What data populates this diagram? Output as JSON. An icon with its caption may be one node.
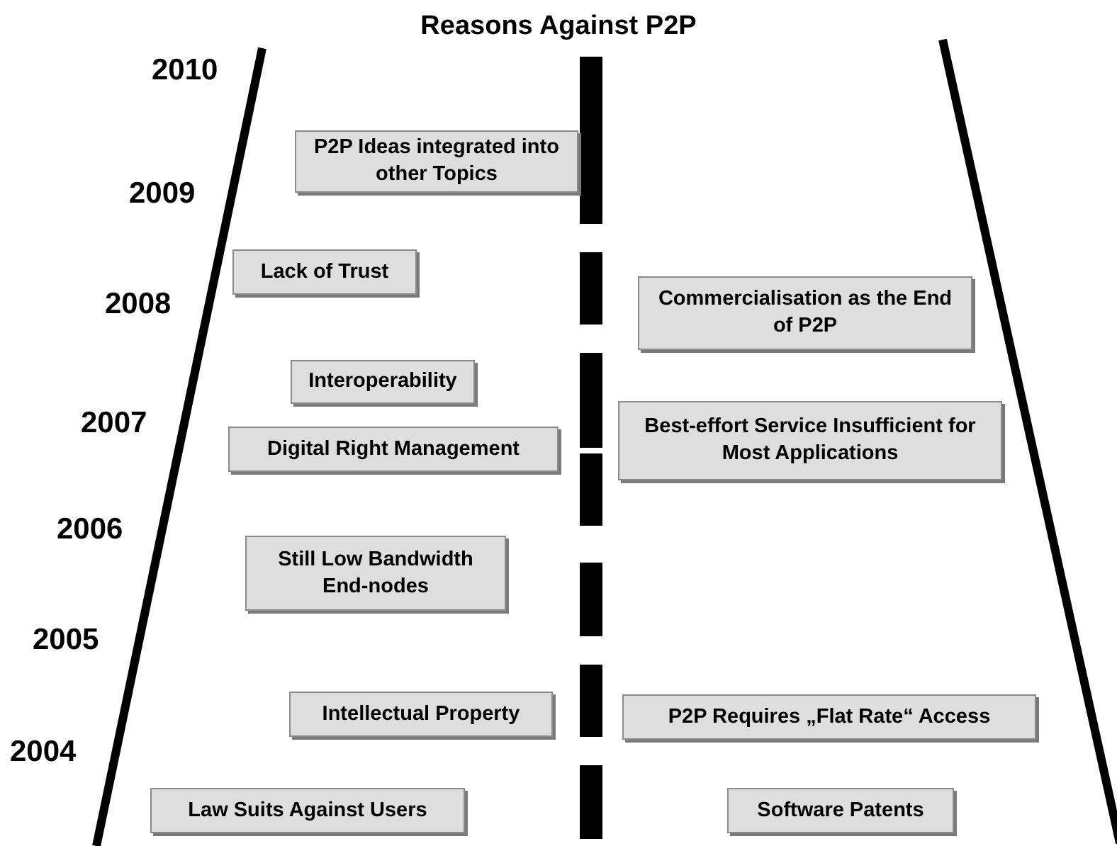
{
  "diagram": {
    "title": "Reasons Against P2P",
    "nodes": [
      {
        "text": [
          "P2P Ideas integrated into other Topics"
        ]
      },
      {
        "text": [
          "Lack of Trust"
        ]
      },
      {
        "text": [
          "Commercialisation as the End of P2P"
        ]
      },
      {
        "text": [
          "Interoperability"
        ]
      },
      {
        "text": [
          "Digital Right Management"
        ]
      },
      {
        "text": [
          "Best-effort Service Insufficient for Most Applications"
        ]
      },
      {
        "text": [
          "Still Low Bandwidth End-nodes"
        ]
      },
      {
        "text": [
          "Intellectual Property"
        ]
      },
      {
        "text": [
          "P2P Requires „Flat Rate“ Access"
        ]
      },
      {
        "text": [
          "Law Suits Against Users"
        ]
      },
      {
        "text": [
          "Software Patents"
        ]
      }
    ],
    "labels": [
      "2010",
      "2009",
      "2008",
      "2007",
      "2006",
      "2005",
      "2004"
    ]
  }
}
